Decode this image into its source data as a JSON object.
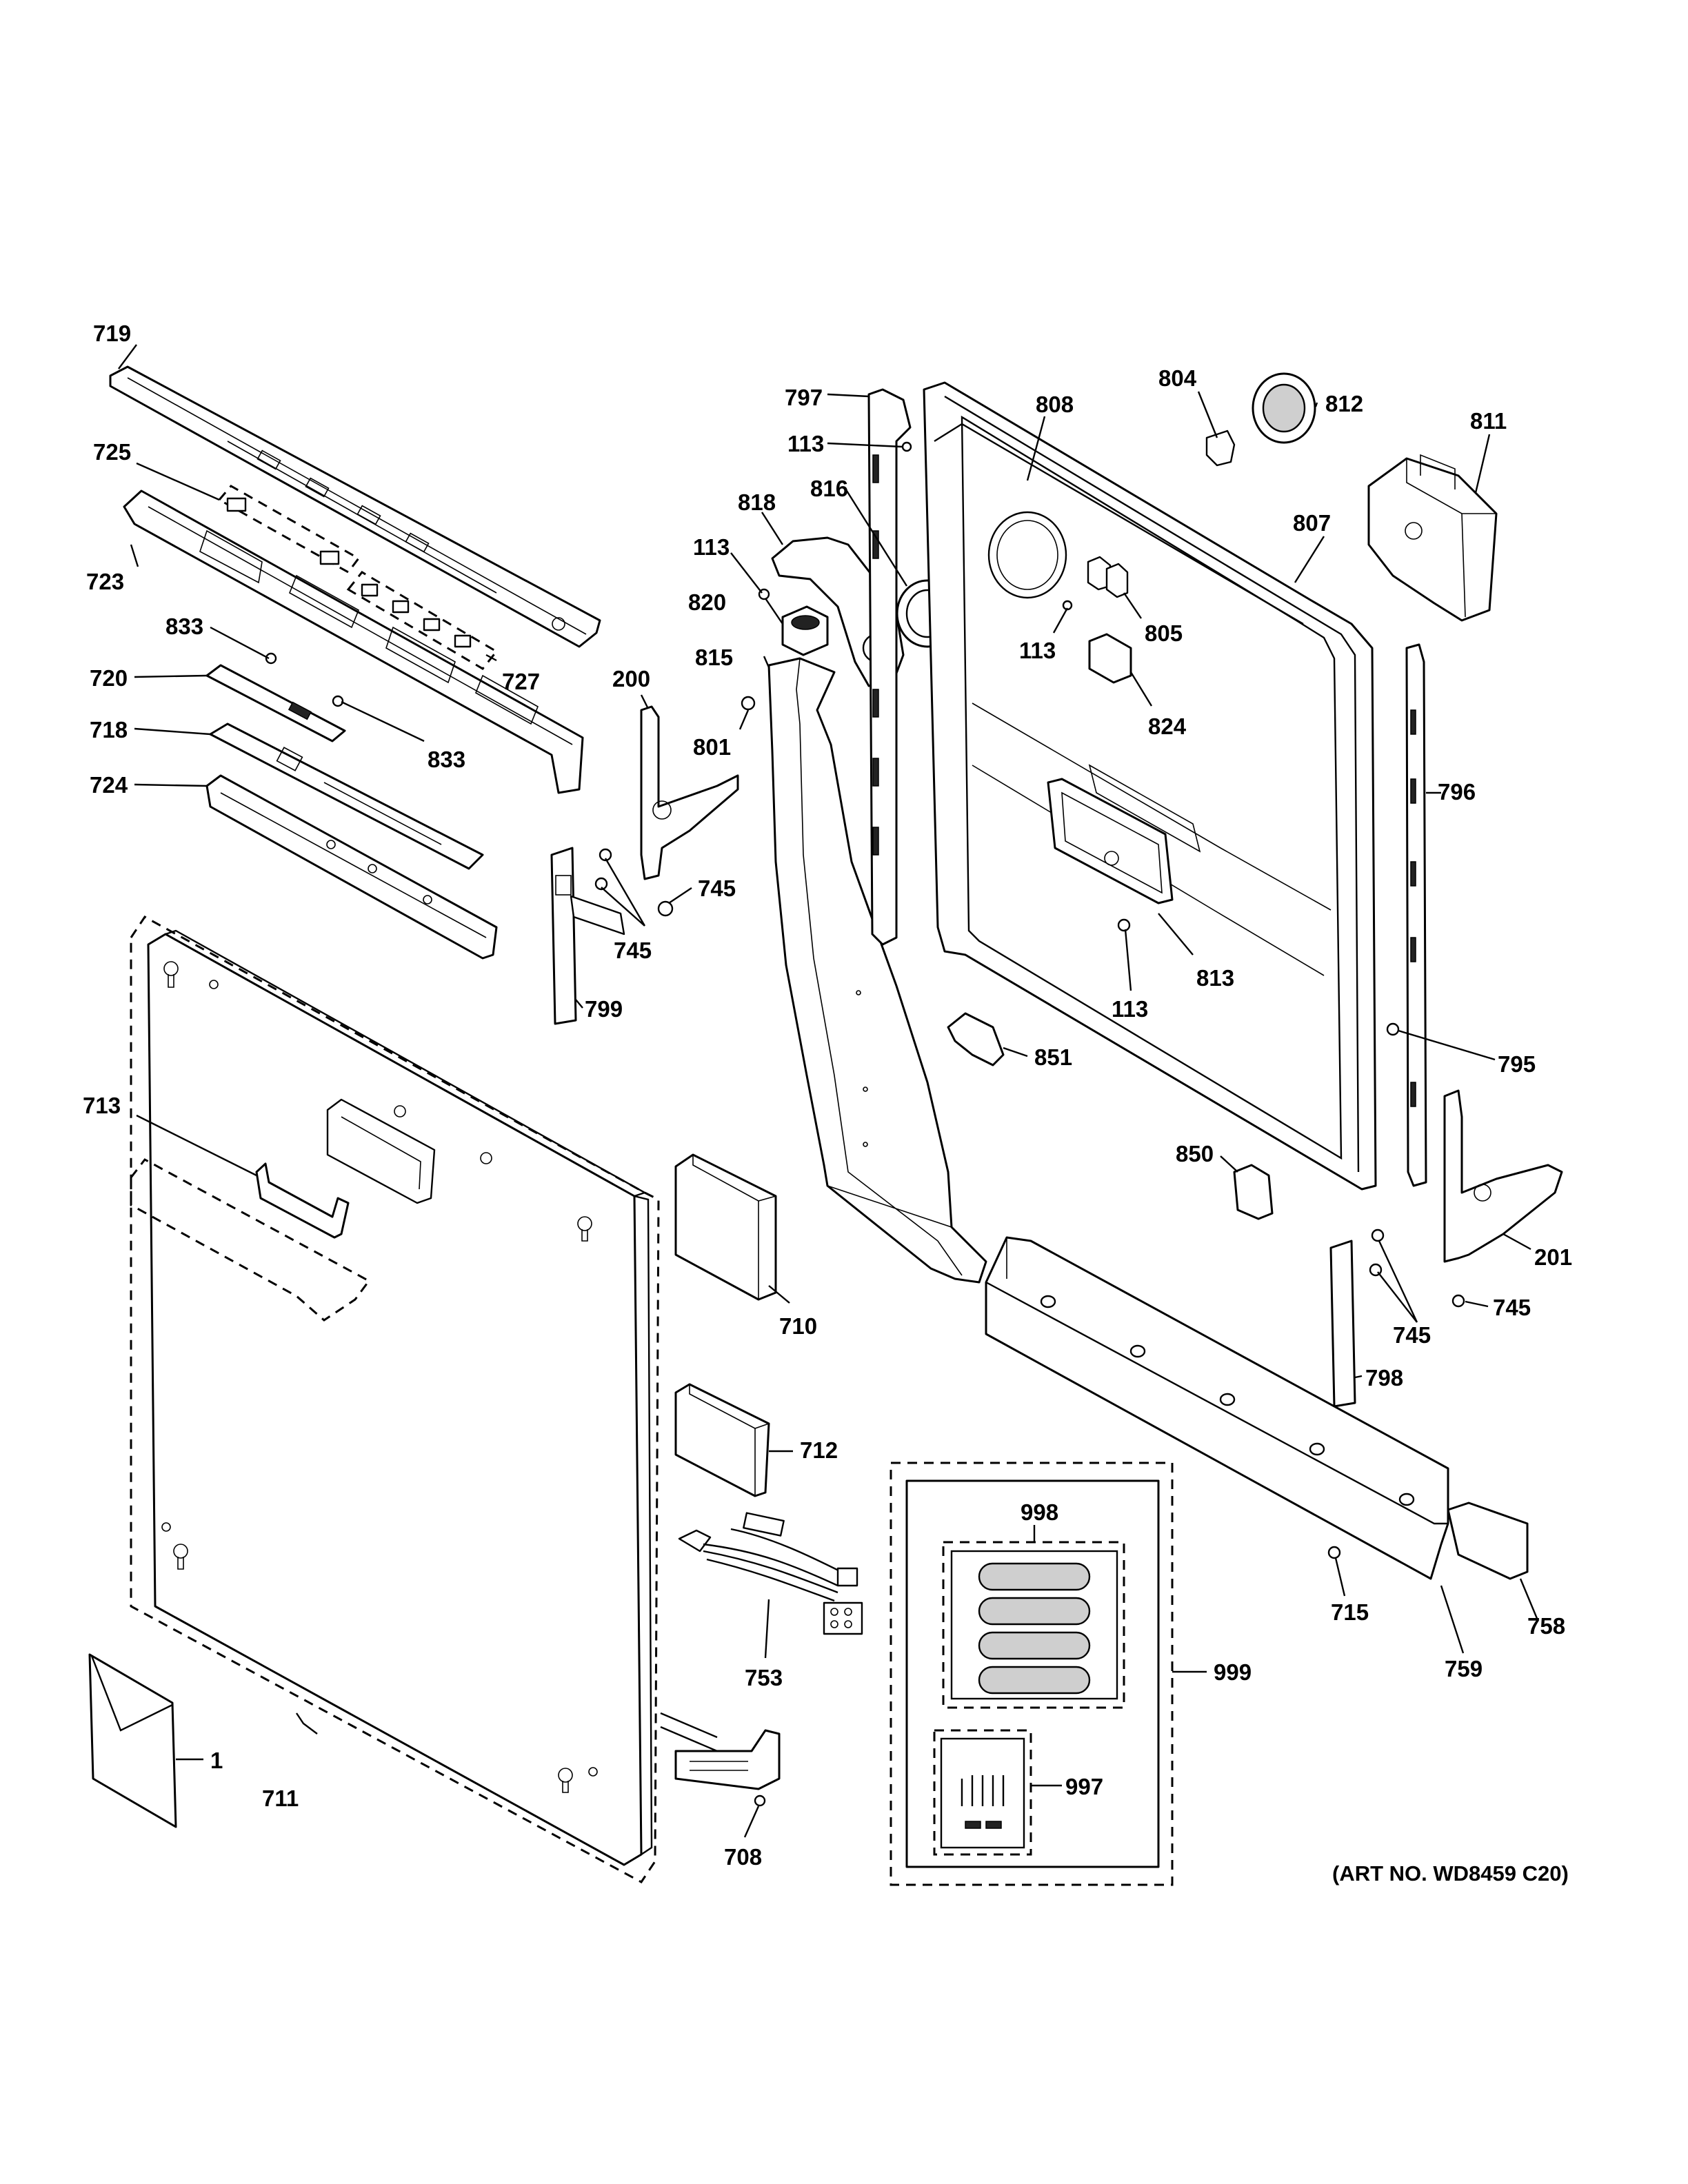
{
  "diagram": {
    "art_number": "(ART NO. WD8459 C20)",
    "part_labels": {
      "p719": "719",
      "p725": "725",
      "p723": "723",
      "p833a": "833",
      "p720": "720",
      "p718": "718",
      "p724": "724",
      "p727": "727",
      "p833b": "833",
      "p200": "200",
      "p745a": "745",
      "p745b": "745",
      "p799": "799",
      "p713": "713",
      "p711": "711",
      "p1": "1",
      "p710": "710",
      "p712": "712",
      "p753": "753",
      "p708": "708",
      "p797": "797",
      "p113a": "113",
      "p818": "818",
      "p816": "816",
      "p113b": "113",
      "p820": "820",
      "p815": "815",
      "p801": "801",
      "p808": "808",
      "p804": "804",
      "p812": "812",
      "p811": "811",
      "p807": "807",
      "p113c": "113",
      "p805": "805",
      "p824": "824",
      "p796": "796",
      "p113d": "113",
      "p813": "813",
      "p851": "851",
      "p795": "795",
      "p850": "850",
      "p201": "201",
      "p745c": "745",
      "p745d": "745",
      "p798": "798",
      "p998": "998",
      "p999": "999",
      "p997": "997",
      "p715": "715",
      "p759": "759",
      "p758": "758"
    }
  }
}
